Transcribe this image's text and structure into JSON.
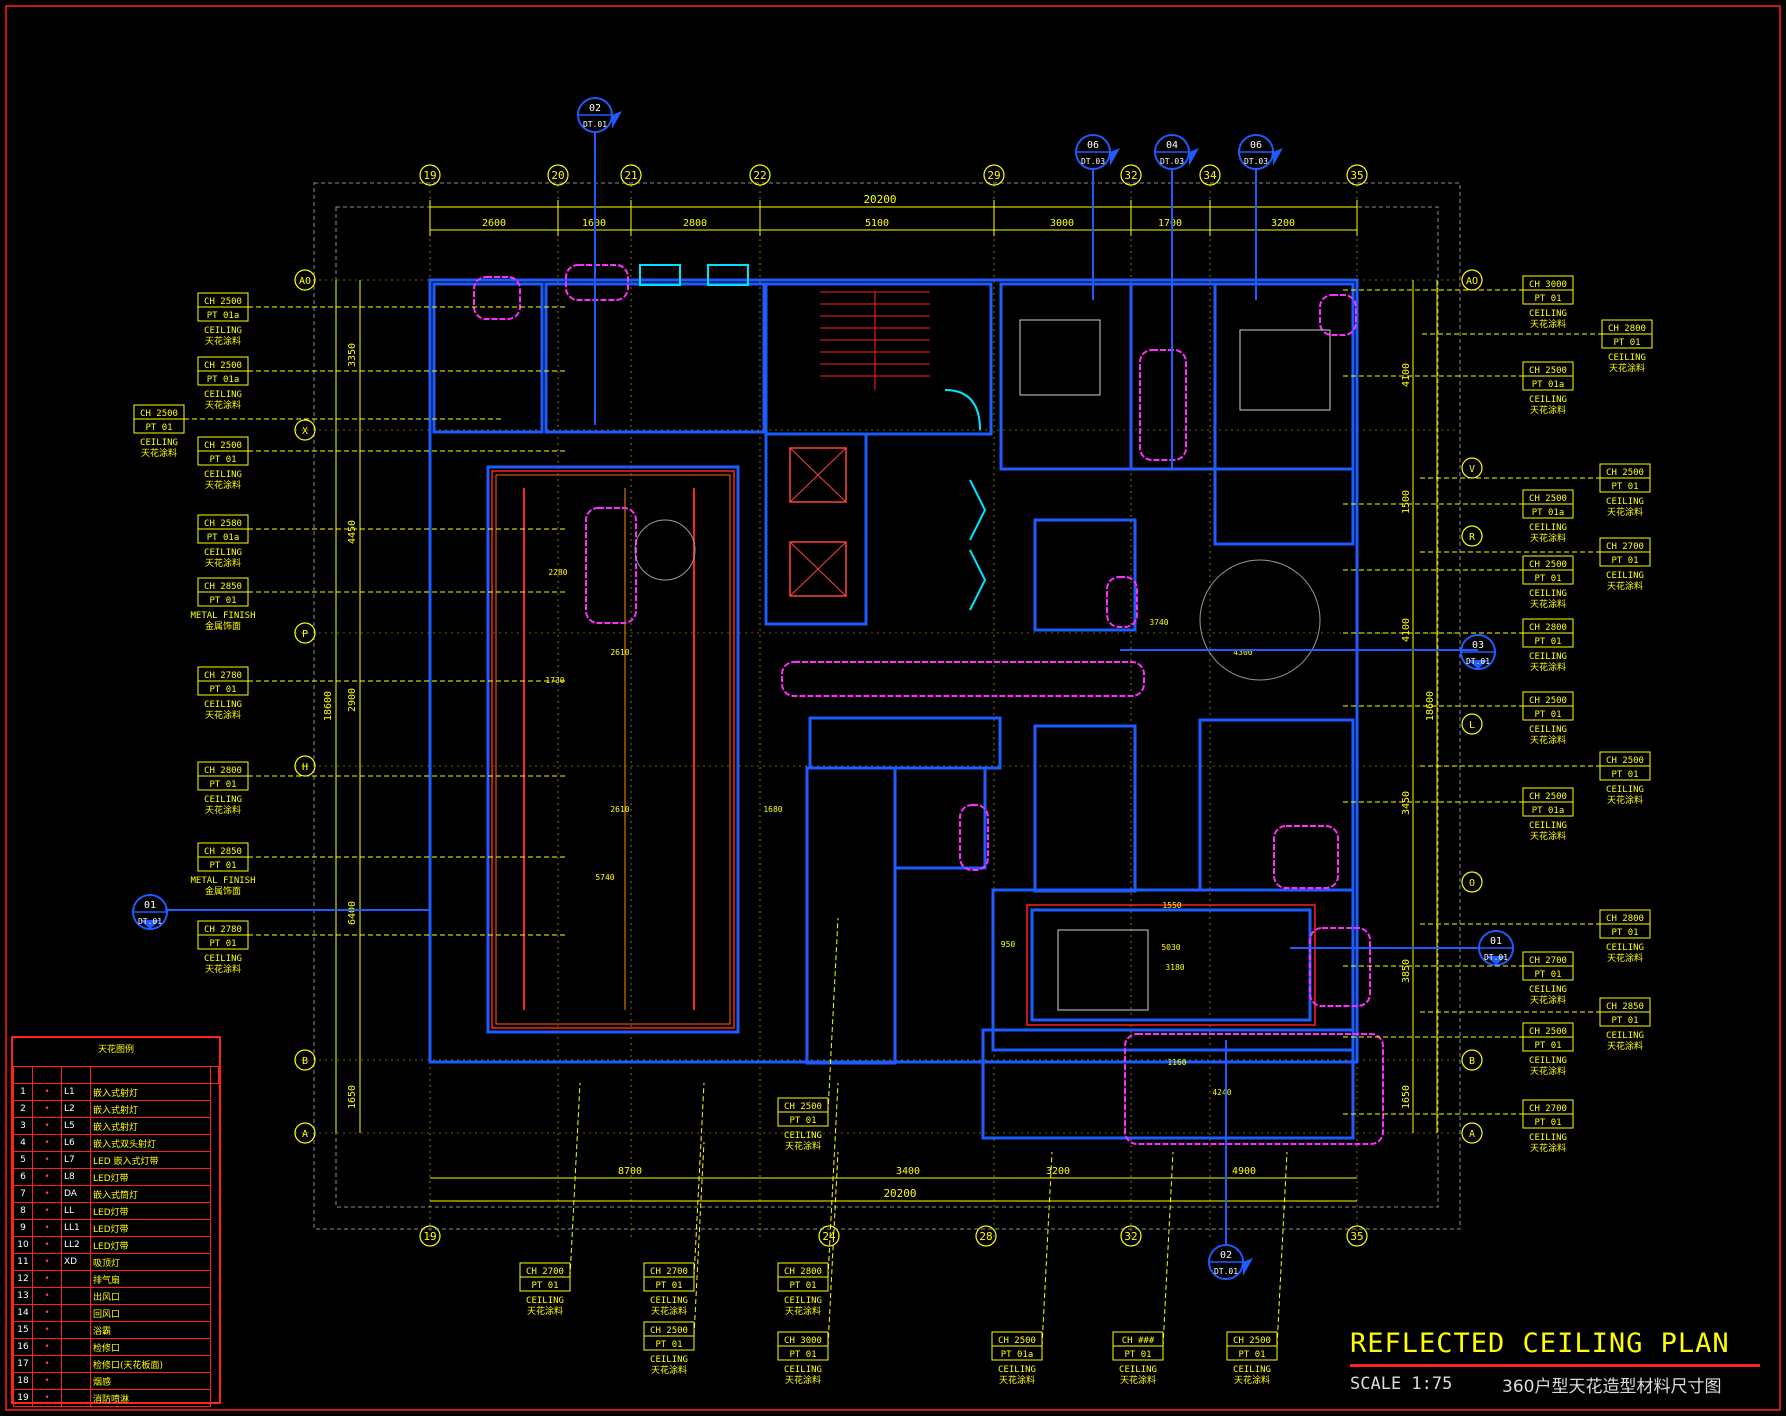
{
  "title": {
    "main": "REFLECTED CEILING PLAN",
    "scale": "SCALE 1:75",
    "cn": "360户型天花造型材料尺寸图"
  },
  "colors": {
    "background": "#000000",
    "frame": "#ff2020",
    "wall": "#1f5cff",
    "dimension": "#ffff00",
    "cyan": "#00e5ff",
    "magenta": "#ff2dff",
    "orange": "#ff8a00"
  },
  "grid": {
    "top": [
      "19",
      "20",
      "21",
      "22",
      "29",
      "32",
      "34",
      "35"
    ],
    "bottom": [
      "19",
      "24",
      "28",
      "32",
      "35"
    ],
    "left": [
      "AO",
      "X",
      "P",
      "H",
      "B",
      "A"
    ],
    "right": [
      "AO",
      "V",
      "R",
      "L",
      "O",
      "B",
      "A"
    ]
  },
  "dimensions": {
    "top_total": "20200",
    "top": [
      "2600",
      "1600",
      "2800",
      "5100",
      "3000",
      "1700",
      "3200"
    ],
    "bottom_total": "20200",
    "bottom": [
      "8700",
      "3400",
      "3200",
      "4900"
    ],
    "left_total": "18600",
    "left": [
      "3350",
      "4450",
      "2900",
      "6400",
      "1650"
    ],
    "right_total": "18600",
    "right": [
      "4100",
      "1500",
      "4100",
      "3450",
      "3850",
      "1650"
    ]
  },
  "section_markers": [
    {
      "num": "02",
      "ref": "DT.01"
    },
    {
      "num": "06",
      "ref": "DT.03"
    },
    {
      "num": "04",
      "ref": "DT.03"
    },
    {
      "num": "06",
      "ref": "DT.03"
    },
    {
      "num": "03",
      "ref": "DT.01"
    },
    {
      "num": "01",
      "ref": "DT.01"
    },
    {
      "num": "01",
      "ref": "DT.01"
    },
    {
      "num": "02",
      "ref": "DT.01"
    }
  ],
  "tags": {
    "left": [
      {
        "ch": "CH 2500",
        "pt": "PT 01a",
        "l1": "CEILING",
        "l2": "天花涂料"
      },
      {
        "ch": "CH 2500",
        "pt": "PT 01a",
        "l1": "CEILING",
        "l2": "天花涂料"
      },
      {
        "ch": "CH 2500",
        "pt": "PT 01",
        "l1": "CEILING",
        "l2": "天花涂料"
      },
      {
        "ch": "CH 2500",
        "pt": "PT 01",
        "l1": "CEILING",
        "l2": "天花涂料"
      },
      {
        "ch": "CH 2580",
        "pt": "PT 01a",
        "l1": "CEILING",
        "l2": "天花涂料"
      },
      {
        "ch": "CH 2850",
        "pt": "PT 01",
        "l1": "METAL FINISH",
        "l2": "金属饰面"
      },
      {
        "ch": "CH 2780",
        "pt": "PT 01",
        "l1": "CEILING",
        "l2": "天花涂料"
      },
      {
        "ch": "CH 2800",
        "pt": "PT 01",
        "l1": "CEILING",
        "l2": "天花涂料"
      },
      {
        "ch": "CH 2850",
        "pt": "PT 01",
        "l1": "METAL FINISH",
        "l2": "金属饰面"
      },
      {
        "ch": "CH 2780",
        "pt": "PT 01",
        "l1": "CEILING",
        "l2": "天花涂料"
      }
    ],
    "right": [
      {
        "ch": "CH 3000",
        "pt": "PT 01",
        "l1": "CEILING",
        "l2": "天花涂料"
      },
      {
        "ch": "CH 2800",
        "pt": "PT 01",
        "l1": "CEILING",
        "l2": "天花涂料"
      },
      {
        "ch": "CH 2500",
        "pt": "PT 01a",
        "l1": "CEILING",
        "l2": "天花涂料"
      },
      {
        "ch": "CH 2500",
        "pt": "PT 01",
        "l1": "CEILING",
        "l2": "天花涂料"
      },
      {
        "ch": "CH 2500",
        "pt": "PT 01a",
        "l1": "CEILING",
        "l2": "天花涂料"
      },
      {
        "ch": "CH 2700",
        "pt": "PT 01",
        "l1": "CEILING",
        "l2": "天花涂料"
      },
      {
        "ch": "CH 2500",
        "pt": "PT 01",
        "l1": "CEILING",
        "l2": "天花涂料"
      },
      {
        "ch": "CH 2800",
        "pt": "PT 01",
        "l1": "CEILING",
        "l2": "天花涂料"
      },
      {
        "ch": "CH 2500",
        "pt": "PT 01",
        "l1": "CEILING",
        "l2": "天花涂料"
      },
      {
        "ch": "CH 2500",
        "pt": "PT 01",
        "l1": "CEILING",
        "l2": "天花涂料"
      },
      {
        "ch": "CH 2500",
        "pt": "PT 01a",
        "l1": "CEILING",
        "l2": "天花涂料"
      },
      {
        "ch": "CH 2800",
        "pt": "PT 01",
        "l1": "CEILING",
        "l2": "天花涂料"
      },
      {
        "ch": "CH 2700",
        "pt": "PT 01",
        "l1": "CEILING",
        "l2": "天花涂料"
      },
      {
        "ch": "CH 2850",
        "pt": "PT 01",
        "l1": "CEILING",
        "l2": "天花涂料"
      },
      {
        "ch": "CH 2500",
        "pt": "PT 01",
        "l1": "CEILING",
        "l2": "天花涂料"
      },
      {
        "ch": "CH 2700",
        "pt": "PT 01",
        "l1": "CEILING",
        "l2": "天花涂料"
      }
    ],
    "bottom": [
      {
        "ch": "CH 2700",
        "pt": "PT 01",
        "l1": "CEILING",
        "l2": "天花涂料"
      },
      {
        "ch": "CH 2700",
        "pt": "PT 01",
        "l1": "CEILING",
        "l2": "天花涂料"
      },
      {
        "ch": "CH 2500",
        "pt": "PT 01",
        "l1": "CEILING",
        "l2": "天花涂料"
      },
      {
        "ch": "CH 2500",
        "pt": "PT 01",
        "l1": "CEILING",
        "l2": "天花涂料"
      },
      {
        "ch": "CH 2800",
        "pt": "PT 01",
        "l1": "CEILING",
        "l2": "天花涂料"
      },
      {
        "ch": "CH 3000",
        "pt": "PT 01",
        "l1": "CEILING",
        "l2": "天花涂料"
      },
      {
        "ch": "CH 2500",
        "pt": "PT 01a",
        "l1": "CEILING",
        "l2": "天花涂料"
      },
      {
        "ch": "CH ###",
        "pt": "PT 01",
        "l1": "CEILING",
        "l2": "天花涂料"
      },
      {
        "ch": "CH 2500",
        "pt": "PT 01",
        "l1": "CEILING",
        "l2": "天花涂料"
      }
    ]
  },
  "room_dims": [
    "2610",
    "2610",
    "5740",
    "2280",
    "1730",
    "5030",
    "4240",
    "1160",
    "3740",
    "1550",
    "4300",
    "1680",
    "3180",
    "950"
  ],
  "legend": {
    "title": "天花图例",
    "rows": [
      {
        "n": "1",
        "c": "L1",
        "d": "嵌入式射灯"
      },
      {
        "n": "2",
        "c": "L2",
        "d": "嵌入式射灯"
      },
      {
        "n": "3",
        "c": "L5",
        "d": "嵌入式射灯"
      },
      {
        "n": "4",
        "c": "L6",
        "d": "嵌入式双头射灯"
      },
      {
        "n": "5",
        "c": "L7",
        "d": "LED 嵌入式灯带"
      },
      {
        "n": "6",
        "c": "L8",
        "d": "LED灯带"
      },
      {
        "n": "7",
        "c": "DA",
        "d": "嵌入式筒灯"
      },
      {
        "n": "8",
        "c": "LL",
        "d": "LED灯带"
      },
      {
        "n": "9",
        "c": "LL1",
        "d": "LED灯带"
      },
      {
        "n": "10",
        "c": "LL2",
        "d": "LED灯带"
      },
      {
        "n": "11",
        "c": "XD",
        "d": "吸顶灯"
      },
      {
        "n": "12",
        "c": "",
        "d": "排气扇"
      },
      {
        "n": "13",
        "c": "",
        "d": "出风口"
      },
      {
        "n": "14",
        "c": "",
        "d": "回风口"
      },
      {
        "n": "15",
        "c": "",
        "d": "浴霸"
      },
      {
        "n": "16",
        "c": "",
        "d": "检修口"
      },
      {
        "n": "17",
        "c": "",
        "d": "检修口(天花板面)"
      },
      {
        "n": "18",
        "c": "",
        "d": "烟感"
      },
      {
        "n": "19",
        "c": "",
        "d": "消防喷淋"
      }
    ]
  }
}
